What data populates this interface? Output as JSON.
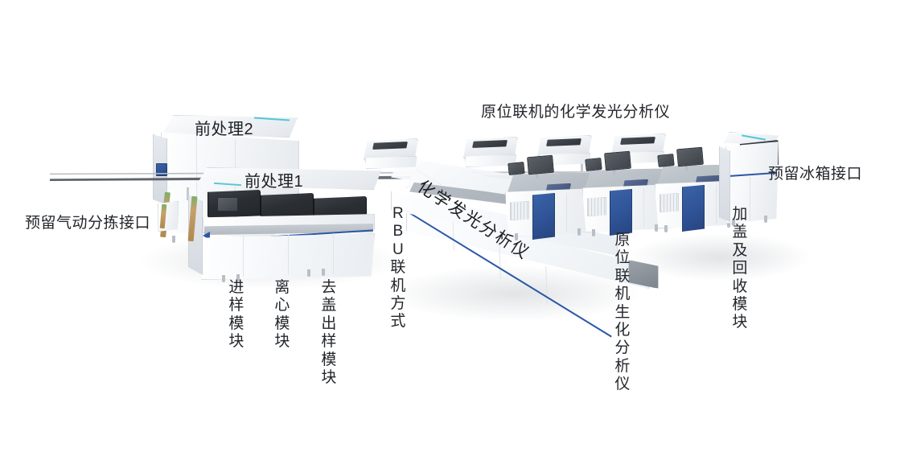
{
  "diagram": {
    "title": "原位联机的化学发光分析仪",
    "background_color": "#ffffff",
    "accent_blue": "#2b57a6",
    "accent_cyan": "#53c6d8",
    "rail_color": "#6f757d"
  },
  "labels": {
    "top_title": "原位联机的化学发光分析仪",
    "left_interface": "预留气动分拣接口",
    "pretreat2": "前处理2",
    "pretreat1": "前处理1",
    "module_sampling": "进样模块",
    "module_centrifuge": "离心模块",
    "module_decap": "去盖出样模块",
    "rbu_mode": "RBU联机方式",
    "diagonal_clia": "化学发光分析仪",
    "biochem": "原位联机生化分析仪",
    "cap_recover": "加盖及回收模块",
    "fridge_interface": "预留冰箱接口"
  }
}
